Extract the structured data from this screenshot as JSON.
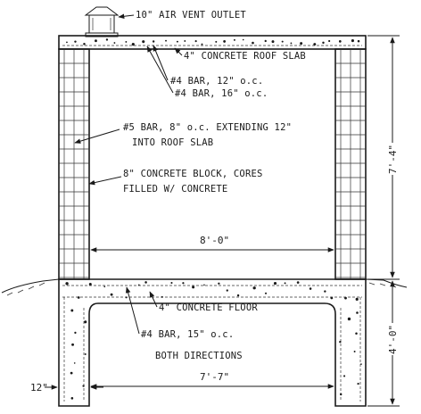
{
  "labels": {
    "vent": "10\" AIR VENT OUTLET",
    "roof_slab": "4\" CONCRETE ROOF SLAB",
    "bar12": "#4 BAR, 12\" o.c.",
    "bar16": "#4 BAR, 16\" o.c.",
    "bar5_line1": "#5 BAR, 8\" o.c. EXTENDING 12\"",
    "bar5_line2": "INTO ROOF SLAB",
    "block_line1": "8\" CONCRETE BLOCK, CORES",
    "block_line2": "FILLED W/ CONCRETE",
    "floor": "4\" CONCRETE FLOOR",
    "bar15": "#4 BAR, 15\" o.c.",
    "both_dir": "BOTH DIRECTIONS"
  },
  "dimensions": {
    "inner_width": "8'-0\"",
    "upper_height": "7'-4\"",
    "lower_height": "4'-0\"",
    "wall_thickness": "12\"",
    "lower_width": "7'-7\""
  }
}
